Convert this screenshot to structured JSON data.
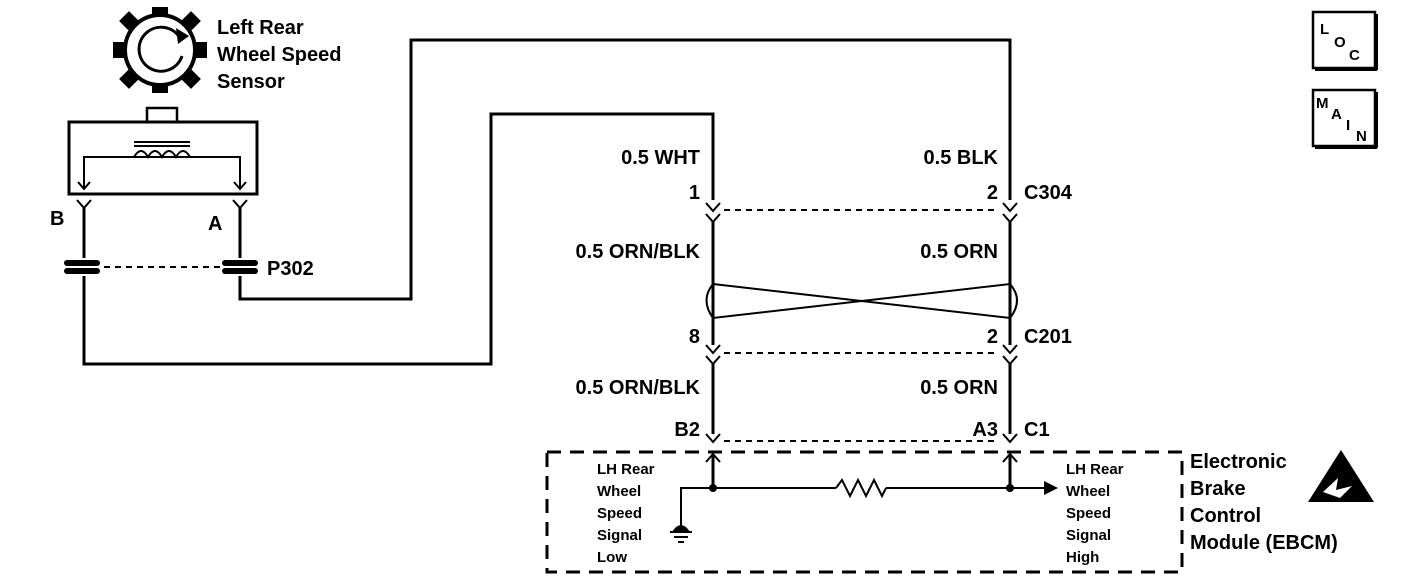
{
  "sensor": {
    "title_line1": "Left Rear",
    "title_line2": "Wheel Speed",
    "title_line3": "Sensor",
    "terminal_b": "B",
    "terminal_a": "A",
    "connector": "P302"
  },
  "wires": {
    "left_top": "0.5 WHT",
    "right_top": "0.5 BLK",
    "left_mid": "0.5 ORN/BLK",
    "right_mid": "0.5 ORN",
    "left_bottom": "0.5 ORN/BLK",
    "right_bottom": "0.5 ORN"
  },
  "connectors": {
    "c304": {
      "name": "C304",
      "pin_left": "1",
      "pin_right": "2"
    },
    "c201": {
      "name": "C201",
      "pin_left": "8",
      "pin_right": "2"
    },
    "c1": {
      "name": "C1",
      "pin_left": "B2",
      "pin_right": "A3"
    }
  },
  "module": {
    "low_line1": "LH Rear",
    "low_line2": "Wheel",
    "low_line3": "Speed",
    "low_line4": "Signal",
    "low_line5": "Low",
    "high_line1": "LH Rear",
    "high_line2": "Wheel",
    "high_line3": "Speed",
    "high_line4": "Signal",
    "high_line5": "High",
    "name_line1": "Electronic",
    "name_line2": "Brake",
    "name_line3": "Control",
    "name_line4": "Module (EBCM)"
  },
  "nav": {
    "loc_l": "L",
    "loc_o": "O",
    "loc_c": "C",
    "main_m": "M",
    "main_a": "A",
    "main_i": "I",
    "main_n": "N"
  },
  "icons": {
    "esd": "esd-warning-icon",
    "ground": "ground-icon",
    "resistor": "resistor-icon",
    "sensor": "wheel-speed-sensor-icon"
  }
}
